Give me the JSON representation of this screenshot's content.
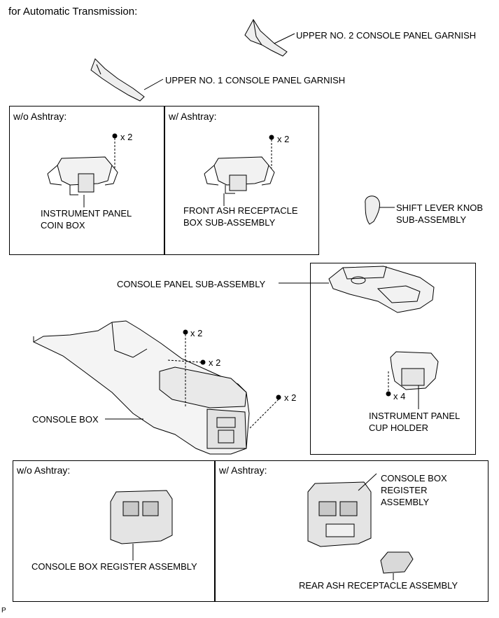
{
  "title": "for Automatic Transmission:",
  "footer_code": "P",
  "labels": {
    "upper_no2": "UPPER NO. 2 CONSOLE PANEL GARNISH",
    "upper_no1": "UPPER NO. 1 CONSOLE PANEL GARNISH",
    "coin_box_1": "INSTRUMENT PANEL",
    "coin_box_2": "COIN BOX",
    "front_ash_1": "FRONT ASH RECEPTACLE",
    "front_ash_2": "BOX SUB-ASSEMBLY",
    "shift_knob_1": "SHIFT LEVER KNOB",
    "shift_knob_2": "SUB-ASSEMBLY",
    "console_panel": "CONSOLE PANEL SUB-ASSEMBLY",
    "cup_holder_1": "INSTRUMENT PANEL",
    "cup_holder_2": "CUP HOLDER",
    "console_box": "CONSOLE BOX",
    "register_wo": "CONSOLE BOX REGISTER ASSEMBLY",
    "register_w_1": "CONSOLE BOX",
    "register_w_2": "REGISTER",
    "register_w_3": "ASSEMBLY",
    "rear_ash": "REAR ASH RECEPTACLE ASSEMBLY"
  },
  "boxes": {
    "wo_ashtray_top": "w/o Ashtray:",
    "w_ashtray_top": "w/ Ashtray:",
    "wo_ashtray_bottom": "w/o Ashtray:",
    "w_ashtray_bottom": "w/ Ashtray:"
  },
  "fastener_counts": {
    "coin_box": "x 2",
    "front_ash": "x 2",
    "console_top": "x 2",
    "console_mid": "x 2",
    "console_right": "x 2",
    "cup_holder": "x 4"
  }
}
